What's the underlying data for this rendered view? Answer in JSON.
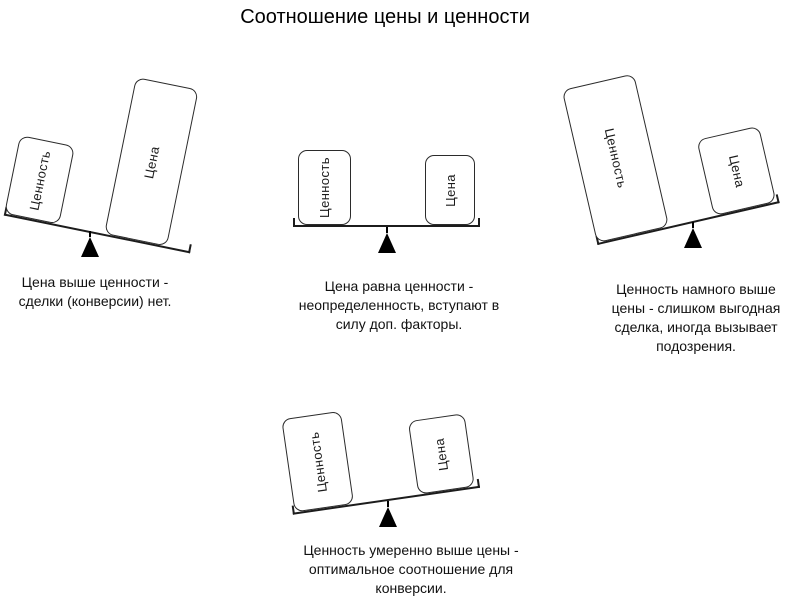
{
  "title": "Соотношение цены и ценности",
  "labels": {
    "value": "Ценность",
    "price": "Цена"
  },
  "colors": {
    "ink": "#111111",
    "fulcrum": "#000000",
    "background": "#ffffff"
  },
  "scales": [
    {
      "name": "price-above-value",
      "tilt": "price-side-down",
      "caption_lines": [
        "Цена выше ценности -",
        "сделки (конверсии) нет."
      ]
    },
    {
      "name": "price-equals-value",
      "tilt": "balanced",
      "caption_lines": [
        "Цена равна ценности -",
        "неопределенность, вступают в",
        "силу доп. факторы."
      ]
    },
    {
      "name": "value-far-above-price",
      "tilt": "value-side-down-strong",
      "caption_lines": [
        "Ценность намного выше",
        "цены - слишком выгодная",
        "сделка, иногда вызывает",
        "подозрения."
      ]
    },
    {
      "name": "value-moderately-above-price",
      "tilt": "value-side-down-slight",
      "caption_lines": [
        "Ценность умеренно выше цены -",
        "оптимальное соотношение для",
        "конверсии."
      ]
    }
  ]
}
